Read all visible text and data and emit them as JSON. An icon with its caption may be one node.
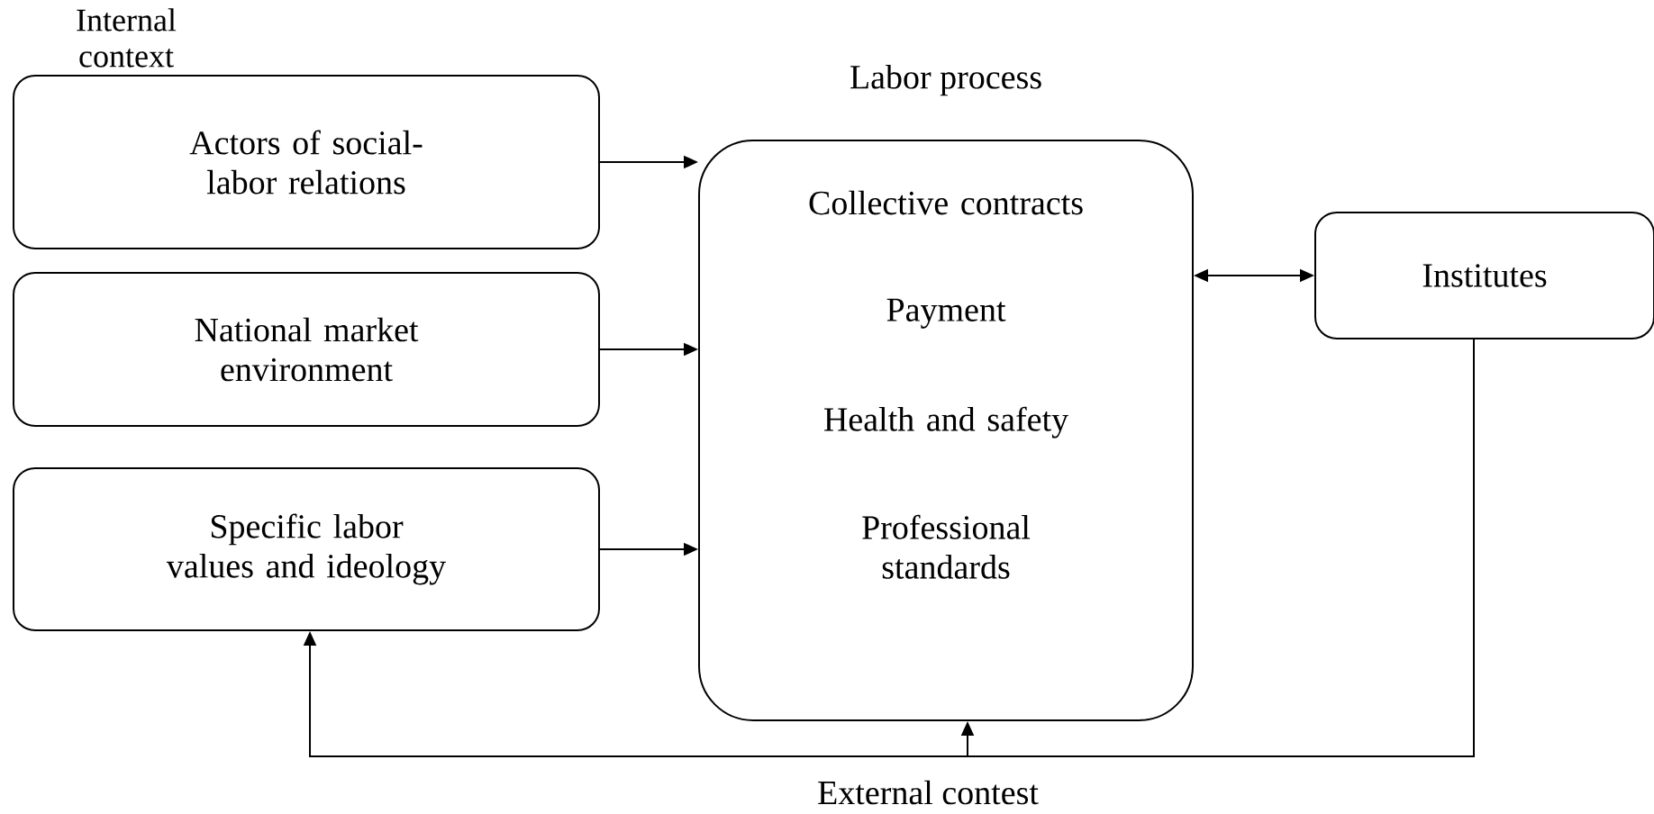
{
  "diagram": {
    "nodes": [
      {
        "text": [
          "Actors of social-labor relations"
        ]
      },
      {
        "text": [
          "National market environment"
        ]
      },
      {
        "text": [
          "Specific labor values and ideology"
        ]
      },
      {
        "text": [
          "Labor process",
          "Collective contracts",
          "Payment",
          "Health and safety",
          "Professional standards"
        ]
      },
      {
        "text": [
          "Institutes"
        ]
      }
    ],
    "edges": [
      {
        "from": 0,
        "to": 3,
        "arrow": "to"
      },
      {
        "from": 1,
        "to": 3,
        "arrow": "to"
      },
      {
        "from": 2,
        "to": 3,
        "arrow": "to"
      },
      {
        "from": 3,
        "to": 4,
        "arrow": "both"
      },
      {
        "from": 4,
        "to": 2,
        "arrow": "to"
      },
      {
        "from": 4,
        "to": 3,
        "arrow": "to"
      }
    ],
    "labels": [
      "Internal context",
      "External contest"
    ]
  }
}
